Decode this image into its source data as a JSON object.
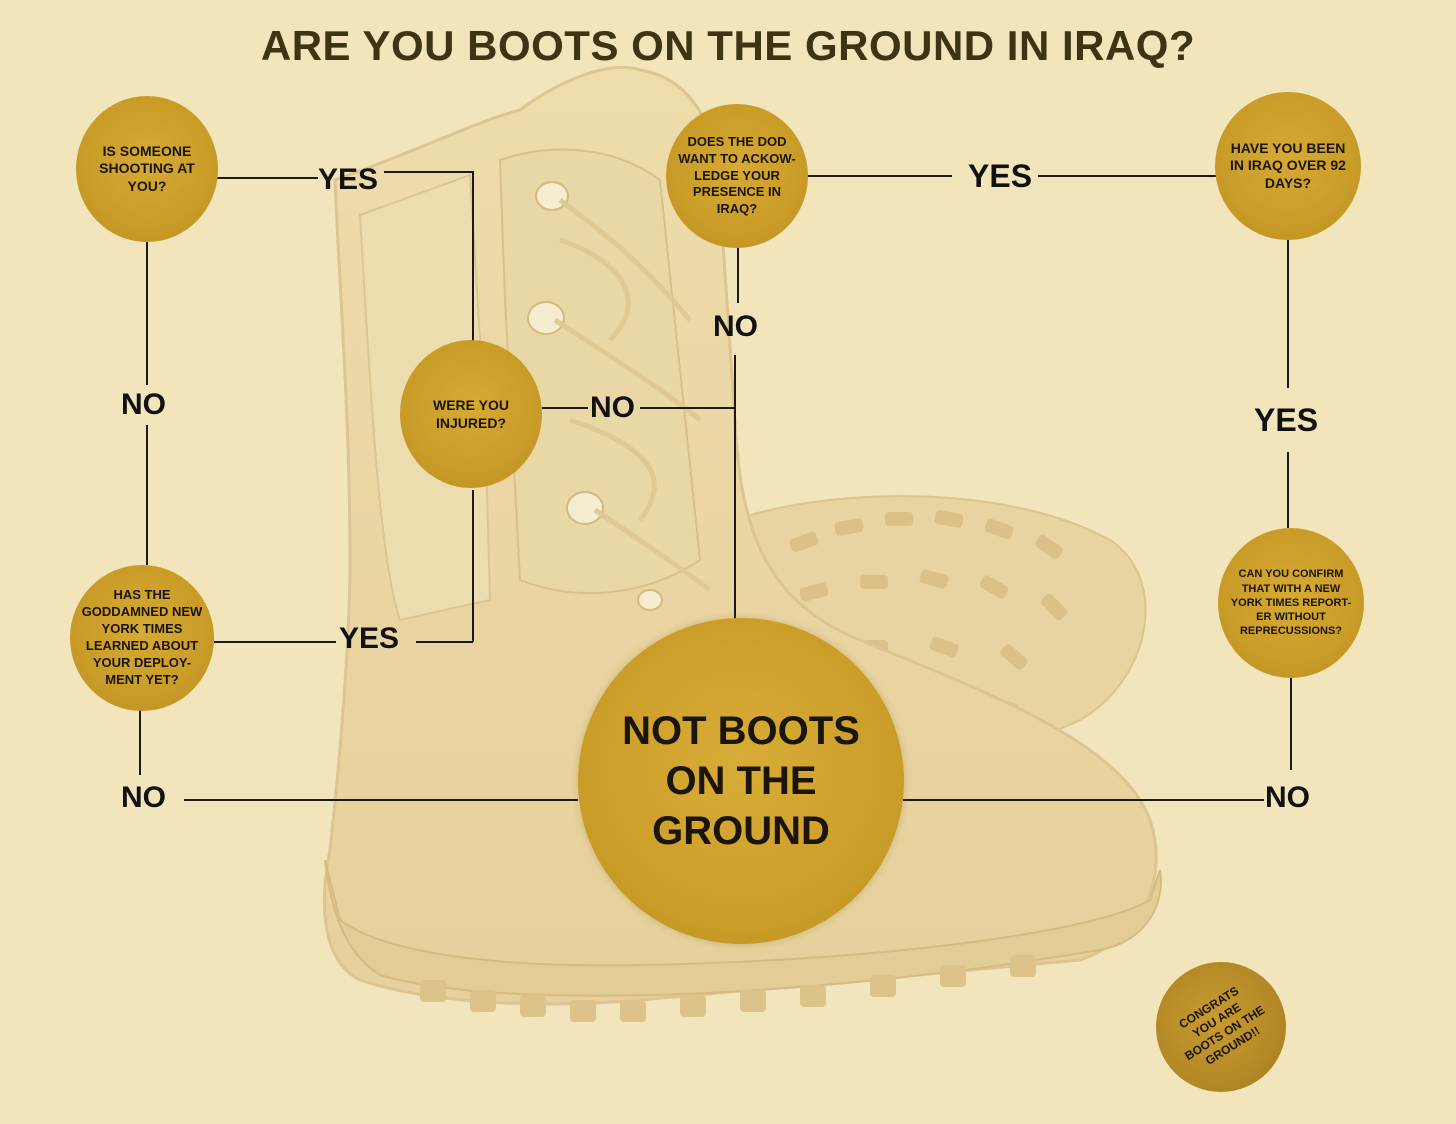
{
  "title": "ARE YOU BOOTS ON THE GROUND IN IRAQ?",
  "nodes": {
    "shooting": "IS SOMEONE SHOOTING AT YOU?",
    "dod": "DOES THE DOD WANT TO ACKOW- LEDGE YOUR PRESENCE IN IRAQ?",
    "days": "HAVE YOU BEEN IN IRAQ OVER 92 DAYS?",
    "injured": "WERE YOU INJURED?",
    "nyt": "HAS THE GODDAMNED NEW YORK TIMES LEARNED ABOUT YOUR DEPLOY- MENT YET?",
    "confirm": "CAN YOU CONFIRM THAT WITH A NEW YORK TIMES REPORT- ER WITHOUT REPRECUSSIONS?",
    "not_boots": "NOT BOOTS ON THE GROUND",
    "congrats": "CONGRATS YOU ARE BOOTS ON THE GROUND!!"
  },
  "labels": {
    "yes_shooting": "YES",
    "no_shooting": "NO",
    "yes_dod_days": "YES",
    "no_dod": "NO",
    "no_injured": "NO",
    "yes_days": "YES",
    "yes_nyt": "YES",
    "no_nyt": "NO",
    "no_confirm": "NO"
  },
  "colors": {
    "background": "#f2e4bb",
    "node_fill": "#c99c28",
    "title_text": "#3d3413",
    "line": "#1a1a1a",
    "boot": "#ecd9a6"
  }
}
